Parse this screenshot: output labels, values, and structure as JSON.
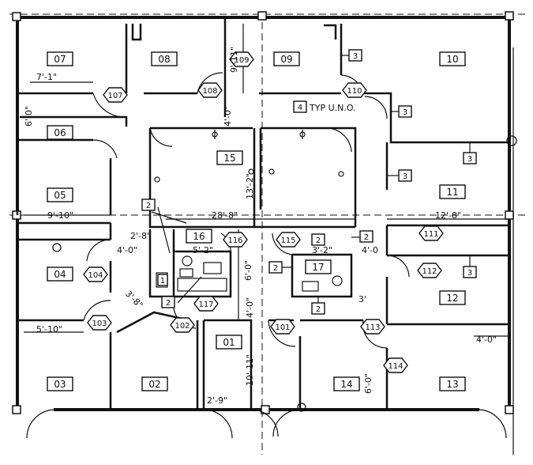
{
  "rooms": [
    {
      "label": "07"
    },
    {
      "label": "08"
    },
    {
      "label": "09"
    },
    {
      "label": "10"
    },
    {
      "label": "06"
    },
    {
      "label": "15"
    },
    {
      "label": "05"
    },
    {
      "label": "11"
    },
    {
      "label": "16"
    },
    {
      "label": "17"
    },
    {
      "label": "04"
    },
    {
      "label": "12"
    },
    {
      "label": "01"
    },
    {
      "label": "03"
    },
    {
      "label": "02"
    },
    {
      "label": "14"
    },
    {
      "label": "13"
    }
  ],
  "door_tags": [
    {
      "label": "107"
    },
    {
      "label": "108"
    },
    {
      "label": "109"
    },
    {
      "label": "110"
    },
    {
      "label": "111"
    },
    {
      "label": "112"
    },
    {
      "label": "116"
    },
    {
      "label": "115"
    },
    {
      "label": "104"
    },
    {
      "label": "103"
    },
    {
      "label": "117"
    },
    {
      "label": "102"
    },
    {
      "label": "101"
    },
    {
      "label": "113"
    },
    {
      "label": "114"
    }
  ],
  "keynotes": [
    {
      "label": "3"
    },
    {
      "label": "4"
    },
    {
      "label": "3"
    },
    {
      "label": "3"
    },
    {
      "label": "3"
    },
    {
      "label": "2"
    },
    {
      "label": "2"
    },
    {
      "label": "2"
    },
    {
      "label": "2"
    },
    {
      "label": "2"
    },
    {
      "label": "3"
    },
    {
      "label": "2"
    },
    {
      "label": "1"
    }
  ],
  "dimensions": [
    {
      "text": "9'-11\""
    },
    {
      "text": "7'-1\""
    },
    {
      "text": "6'-0\""
    },
    {
      "text": "4'-0\""
    },
    {
      "text": "13'-2\""
    },
    {
      "text": "9'-10\""
    },
    {
      "text": "28'-8\""
    },
    {
      "text": "12'-8\""
    },
    {
      "text": "2'-8\""
    },
    {
      "text": "4'-0\""
    },
    {
      "text": "5'-2\""
    },
    {
      "text": "6'-0\""
    },
    {
      "text": "3'-2\""
    },
    {
      "text": "4'-0"
    },
    {
      "text": "3'-8\""
    },
    {
      "text": "5'-10\""
    },
    {
      "text": "4'-0\""
    },
    {
      "text": "10'-11\""
    },
    {
      "text": "4'-0\""
    },
    {
      "text": "6'-0\""
    },
    {
      "text": "2'-9\""
    },
    {
      "text": "3'"
    }
  ],
  "notes": {
    "typ_uno": "TYP U.N.O."
  }
}
